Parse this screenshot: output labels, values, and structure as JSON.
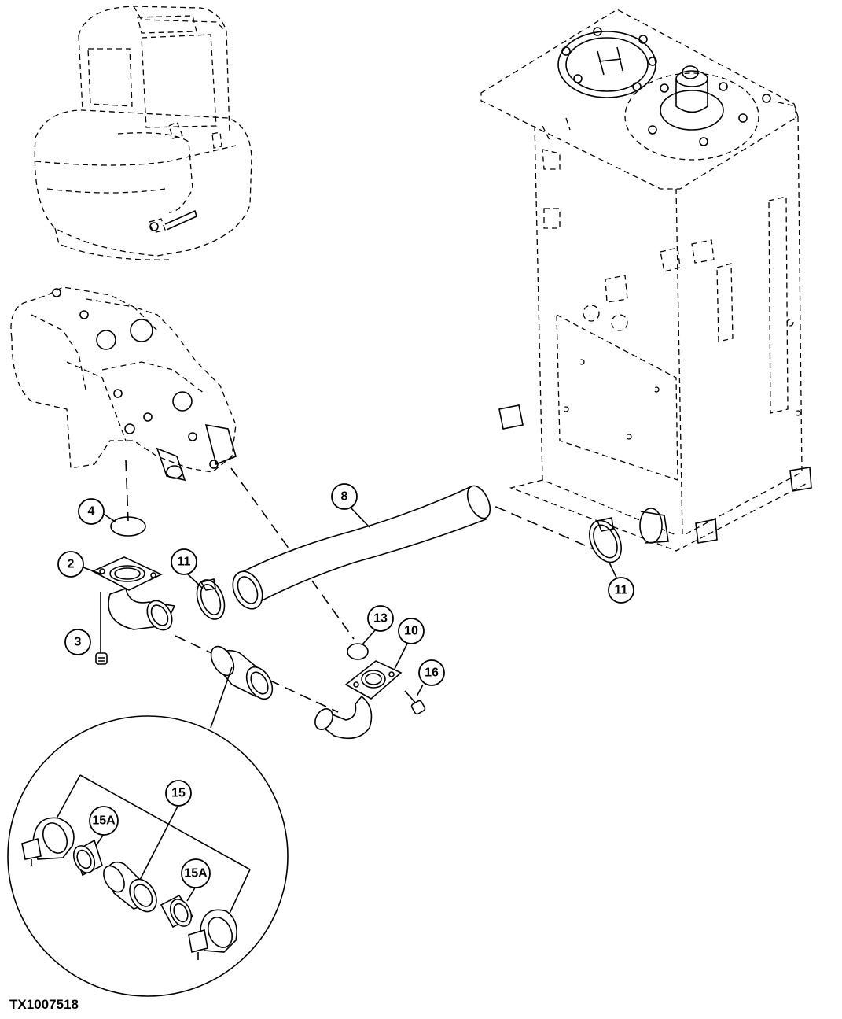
{
  "figure": {
    "code": "TX1007518"
  },
  "callouts": {
    "c2": "2",
    "c3": "3",
    "c4": "4",
    "c8": "8",
    "c10": "10",
    "c11a": "11",
    "c11b": "11",
    "c13": "13",
    "c15": "15",
    "c15a1": "15A",
    "c15a2": "15A",
    "c16": "16"
  }
}
